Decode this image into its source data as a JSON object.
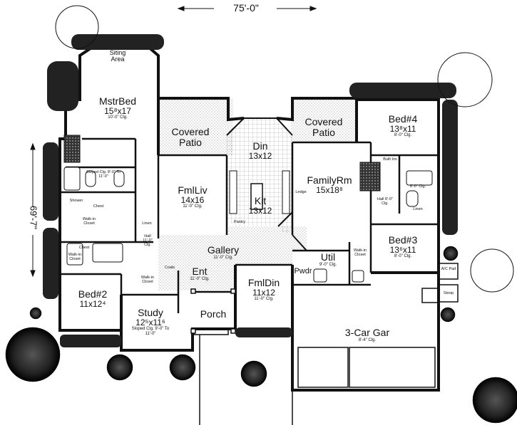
{
  "plan": {
    "overall_width": "75'-0\"",
    "overall_depth": "69'-7\"",
    "rooms": {
      "siting": {
        "name": "Siting Area"
      },
      "master": {
        "name": "MstrBed",
        "dim": "15⁸x17",
        "clg": "10'-0\" Clg."
      },
      "covered_patio_left": {
        "name": "Covered Patio"
      },
      "covered_patio_right": {
        "name": "Covered Patio"
      },
      "din": {
        "name": "Din",
        "dim": "13x12"
      },
      "bed4": {
        "name": "Bed#4",
        "dim": "13⁸x11",
        "clg": "8'-0\" Clg."
      },
      "fml_liv": {
        "name": "FmlLiv",
        "dim": "14x16",
        "clg": "11'-0\" Clg."
      },
      "kit": {
        "name": "Kit",
        "dim": "13x12"
      },
      "family": {
        "name": "FamilyRm",
        "dim": "15x18⁸"
      },
      "bed3": {
        "name": "Bed#3",
        "dim": "13⁶x11",
        "clg": "8'-0\" Clg."
      },
      "gallery": {
        "name": "Gallery",
        "clg": "11'-0\" Clg."
      },
      "ent": {
        "name": "Ent",
        "clg": "11'-0\" Clg."
      },
      "fml_din": {
        "name": "FmlDin",
        "dim": "11x12",
        "clg": "11'-0\" Clg."
      },
      "util": {
        "name": "Util",
        "clg": "9'-0\" Clg."
      },
      "pwdr": {
        "name": "Pwdr"
      },
      "bed2": {
        "name": "Bed#2",
        "dim": "11x12⁴"
      },
      "study": {
        "name": "Study",
        "dim": "12⁵x11⁶",
        "clg": "Sloped Clg. 9'-0\" To 11'-0\""
      },
      "porch": {
        "name": "Porch"
      },
      "garage": {
        "name": "3-Car Gar",
        "clg": "8'-4\" Clg."
      }
    },
    "small_labels": {
      "sloped_clg": "Sloped Clg. 8'-0\" To 11'-0\"",
      "shower": "Shower",
      "chest": "Chest",
      "walkin_closet": "Walk-in Closet",
      "linen": "Linen",
      "hall_left": "Hall 11'-0\" Clg.",
      "chest2": "Chest",
      "walkin_closet2": "Walk-in Closet",
      "walkin_closet3": "Walk-in Closet",
      "coats": "Coats",
      "pantry": "Pantry",
      "ledge": "Ledge",
      "built_ins": "Built Ins",
      "hall_right": "Hall 8'-0\" Clg.",
      "clg_right": "8'-0\" Clg.",
      "linen_right": "Linen",
      "walkin_closet_right": "Walk-in Closet",
      "ac_pad": "A/C Pad",
      "stoop": "Stoop"
    }
  }
}
